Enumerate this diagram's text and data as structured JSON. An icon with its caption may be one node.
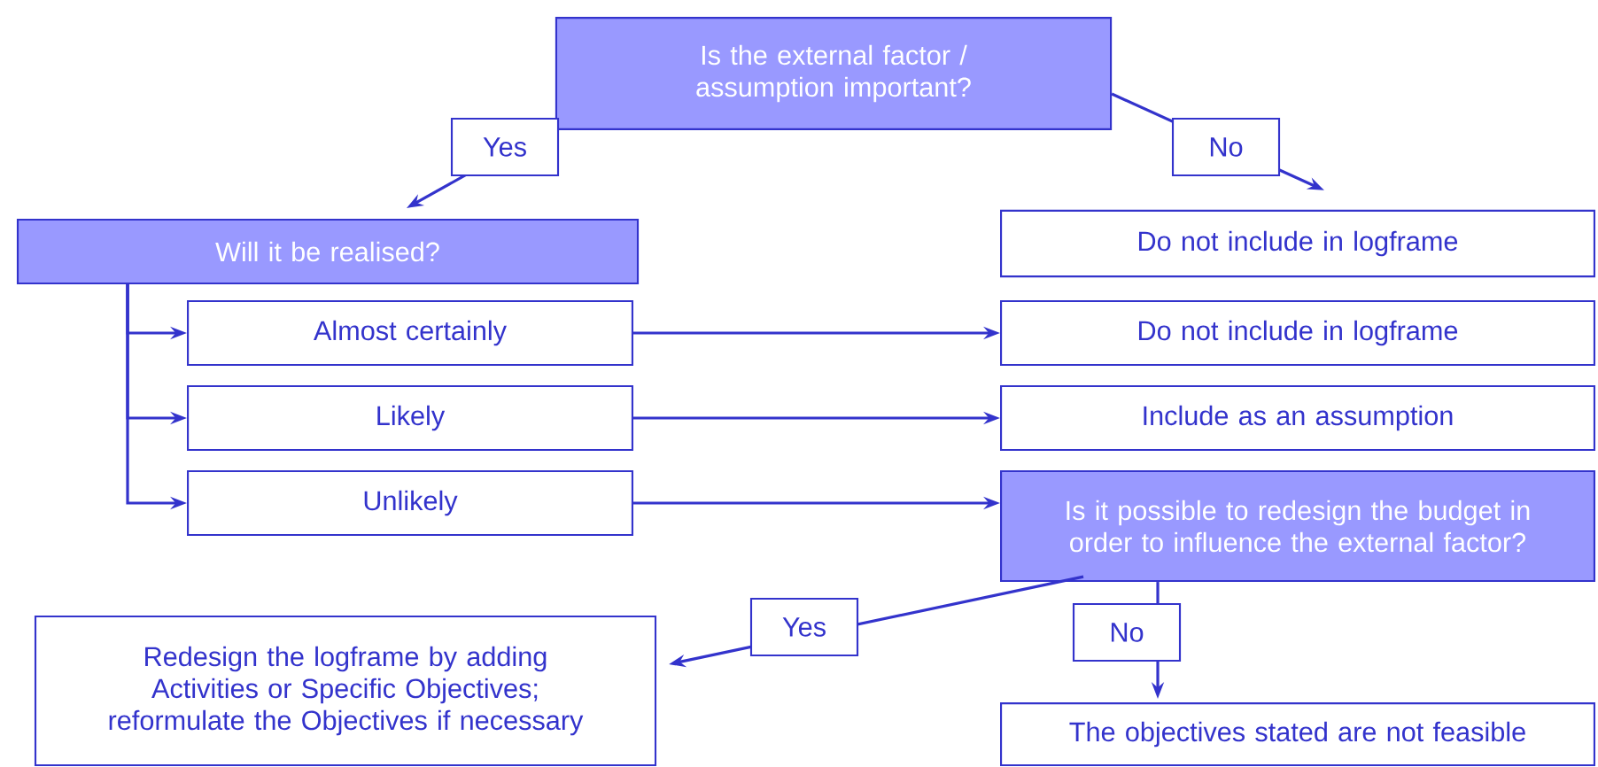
{
  "diagram": {
    "nodes": [
      {
        "text": [
          "Is the external factor / assumption important?"
        ]
      },
      {
        "text": [
          "Will it be realised?"
        ]
      },
      {
        "text": [
          "Do not include in logframe"
        ]
      },
      {
        "text": [
          "Almost certainly"
        ]
      },
      {
        "text": [
          "Likely"
        ]
      },
      {
        "text": [
          "Unlikely"
        ]
      },
      {
        "text": [
          "Do not include in logframe"
        ]
      },
      {
        "text": [
          "Include as an assumption"
        ]
      },
      {
        "text": [
          "Is it possible to redesign the budget in order to influence the external factor?"
        ]
      },
      {
        "text": [
          "Redesign the logframe by adding Activities or Specific Objectives; reformulate the Objectives if necessary"
        ]
      },
      {
        "text": [
          "The objectives stated are not  feasible"
        ]
      }
    ],
    "edges": [
      {
        "from": 0,
        "to": 1,
        "arrow": "to",
        "label": "Yes"
      },
      {
        "from": 0,
        "to": 2,
        "arrow": "to",
        "label": "No"
      },
      {
        "from": 1,
        "to": 3,
        "arrow": "to"
      },
      {
        "from": 1,
        "to": 4,
        "arrow": "to"
      },
      {
        "from": 1,
        "to": 5,
        "arrow": "to"
      },
      {
        "from": 3,
        "to": 6,
        "arrow": "to"
      },
      {
        "from": 4,
        "to": 7,
        "arrow": "to"
      },
      {
        "from": 5,
        "to": 8,
        "arrow": "to"
      },
      {
        "from": 8,
        "to": 9,
        "arrow": "to",
        "label": "Yes"
      },
      {
        "from": 8,
        "to": 10,
        "arrow": "to",
        "label": "No"
      }
    ]
  }
}
